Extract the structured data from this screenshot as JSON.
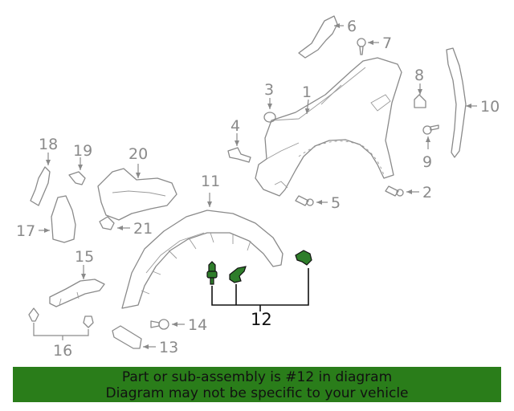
{
  "callouts": {
    "c1": "1",
    "c2": "2",
    "c3": "3",
    "c4": "4",
    "c5": "5",
    "c6": "6",
    "c7": "7",
    "c8": "8",
    "c9": "9",
    "c10": "10",
    "c11": "11",
    "c12": "12",
    "c13": "13",
    "c14": "14",
    "c15": "15",
    "c16": "16",
    "c17": "17",
    "c18": "18",
    "c19": "19",
    "c20": "20",
    "c21": "21"
  },
  "highlight": {
    "part_number": "12",
    "color": "#2a7d1a"
  },
  "banner": {
    "line1": "Part or sub-assembly is #12 in diagram",
    "line2": "Diagram may not be specific to your vehicle"
  }
}
